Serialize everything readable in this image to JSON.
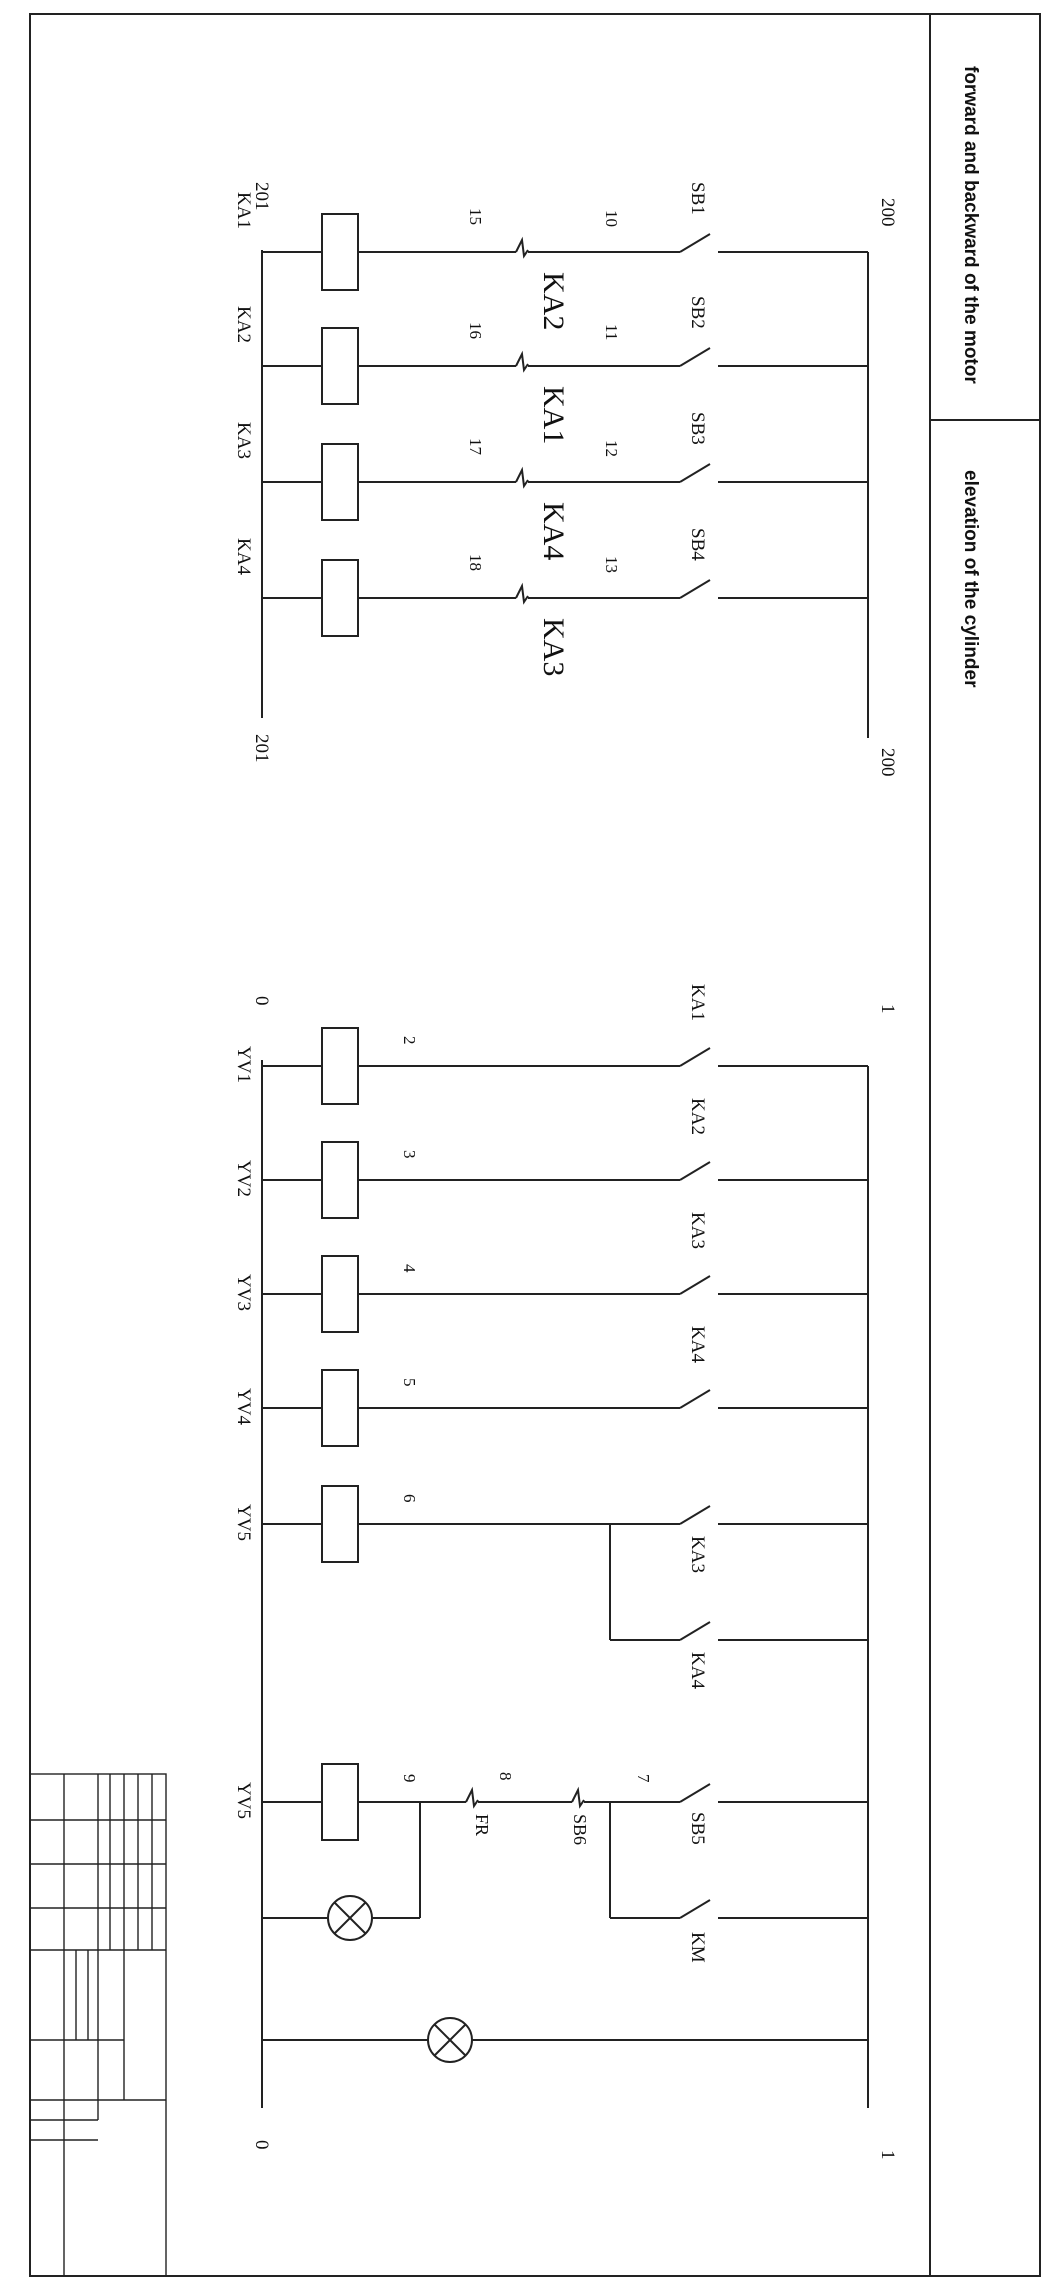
{
  "title_block": {
    "section1": "forward and backward of the motor",
    "section2": "elevation of the cylinder"
  },
  "upper_circuit": {
    "rail_top_label": "200",
    "rail_bottom_label": "201",
    "coil_rail_top_label": "201",
    "rail_right_bottom_label": "200",
    "switches": [
      "SB1",
      "SB2",
      "SB3",
      "SB4"
    ],
    "wire_numbers_mid": [
      "10",
      "11",
      "12",
      "13"
    ],
    "wire_numbers_coil": [
      "15",
      "16",
      "17",
      "18"
    ],
    "interlocks": [
      "KA2",
      "KA1",
      "KA4",
      "KA3"
    ],
    "coils": [
      "KA1",
      "KA2",
      "KA3",
      "KA4"
    ]
  },
  "lower_circuit": {
    "rail_top_left_label": "0",
    "rail_top_right_label": "1",
    "rail_bottom_left_label": "0",
    "rail_bottom_right_label": "1",
    "contacts": [
      "KA1",
      "KA2",
      "KA3",
      "KA4"
    ],
    "wire_numbers": [
      "2",
      "3",
      "4",
      "5",
      "6"
    ],
    "valves": [
      "YV1",
      "YV2",
      "YV3",
      "YV4",
      "YV5"
    ],
    "yv5_contacts": [
      "KA3",
      "KA4"
    ],
    "last_rung": {
      "coil": "YV5",
      "wire_9": "9",
      "wire_8": "8",
      "wire_7": "7",
      "fr": "FR",
      "sb6": "SB6",
      "sb5": "SB5",
      "km": "KM"
    }
  }
}
